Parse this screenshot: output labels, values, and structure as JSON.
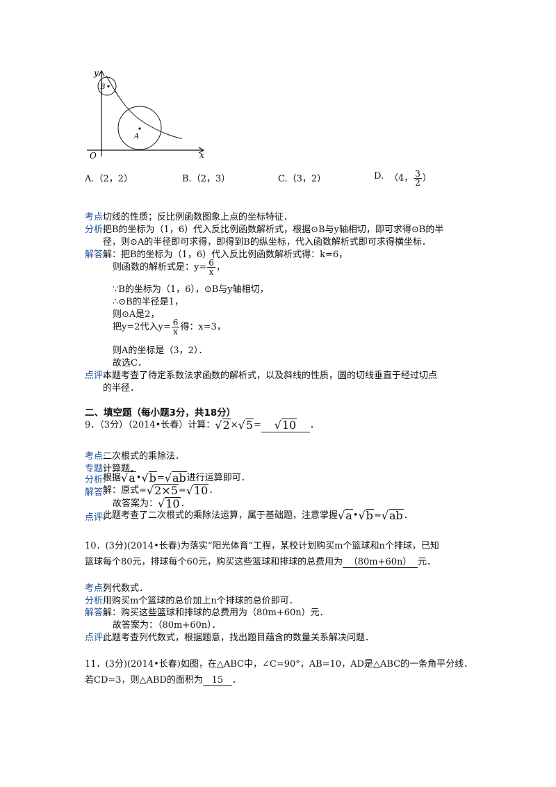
{
  "graph": {
    "y_label": "y",
    "x_label": "x",
    "origin_label": "O",
    "b_label": "B",
    "a_label": "A"
  },
  "q8": {
    "options": [
      {
        "letter": "A.",
        "text": "（2，2）"
      },
      {
        "letter": "B.",
        "text": "（2，3）"
      },
      {
        "letter": "C.",
        "text": "（3，2）"
      },
      {
        "letter": "D.",
        "prefix": "（4，",
        "num": "3",
        "den": "2",
        "suffix": "）"
      }
    ],
    "kaodian_tag": "考点:",
    "kaodian": "切线的性质；反比例函数图象上点的坐标特征．",
    "fenxi_tag": "分析:",
    "fenxi_1": "把B的坐标为（1，6）代入反比例函数解析式，根据⊙B与y轴相切，即可求得⊙B的半",
    "fenxi_2": "径，则⊙A的半径即可求得，即得到B的纵坐标，代入函数解析式即可求得横坐标．",
    "jieda_tag": "解答:",
    "jieda_1": "解：把B的坐标为（1，6）代入反比例函数解析式得：k=6，",
    "jieda_2_prefix": "则函数的解析式是：y=",
    "jieda_2_num": "6",
    "jieda_2_den": "x",
    "jieda_2_suffix": "，",
    "jieda_3": "∵B的坐标为（1，6），⊙B与y轴相切，",
    "jieda_4": "∴⊙B的半径是1，",
    "jieda_5": "则⊙A是2，",
    "jieda_6_prefix": "把y=2代入y=",
    "jieda_6_num": "6",
    "jieda_6_den": "x",
    "jieda_6_suffix": "得：x=3，",
    "jieda_7": "则A的坐标是（3，2）．",
    "jieda_8": "故选C．",
    "dianping_tag": "点评:",
    "dianping_1": "本题考查了待定系数法求函数的解析式，以及斜线的性质，圆的切线垂直于经过切点",
    "dianping_2": "的半径．"
  },
  "section2": {
    "title": "二、填空题（每小题3分，共18分）"
  },
  "q9": {
    "stem_prefix": "9．（3分）（2014•长春）计算：",
    "r1": "2",
    "times": "×",
    "r2": "5",
    "eq": "=",
    "answer": "10",
    "stem_suffix": "．",
    "kaodian_tag": "考点:",
    "kaodian": "二次根式的乘除法．",
    "zhuanti_tag": "专题:",
    "zhuanti": "计算题．",
    "fenxi_tag": "分析:",
    "fenxi_prefix": "根据",
    "fenxi_a": "a",
    "dot": "•",
    "fenxi_b": "b",
    "fenxi_ab": "ab",
    "fenxi_suffix": "进行运算即可．",
    "jieda_tag": "解答:",
    "jieda_prefix": "解：原式=",
    "jieda_rad": "2×5",
    "jieda_res": "10",
    "jieda_suffix": "．",
    "jieda2_prefix": "故答案为：",
    "jieda2_res": "10",
    "jieda2_suffix": "．",
    "dianping_tag": "点评:",
    "dianping_prefix": "此题考查了二次根式的乘除法运算，属于基础题，注意掌握",
    "dianping_suffix": "．"
  },
  "q10": {
    "stem_1": "10．(3分)(2014•长春)为落实“阳光体育”工程，某校计划购买m个篮球和n个排球，已知",
    "stem_2_prefix": "篮球每个80元，排球每个60元，购买这些篮球和排球的总费用为",
    "answer": "（80m+60n）",
    "stem_2_suffix": "元．",
    "kaodian_tag": "考点:",
    "kaodian": "列代数式．",
    "fenxi_tag": "分析:",
    "fenxi": "用购买m个篮球的总价加上n个排球的总价即可．",
    "jieda_tag": "解答:",
    "jieda_1": "解：购买这些篮球和排球的总费用为（80m+60n）元．",
    "jieda_2": "故答案为：（80m+60n）．",
    "dianping_tag": "点评:",
    "dianping": "此题考查列代数式，根据题意，找出题目蕴含的数量关系解决问题．"
  },
  "q11": {
    "stem_1": "11．(3分)(2014•长春)如图，在△ABC中，∠C=90°，AB=10，AD是△ABC的一条角平分线．",
    "stem_2_prefix": "若CD=3，则△ABD的面积为",
    "answer": "15",
    "stem_2_suffix": "．"
  }
}
